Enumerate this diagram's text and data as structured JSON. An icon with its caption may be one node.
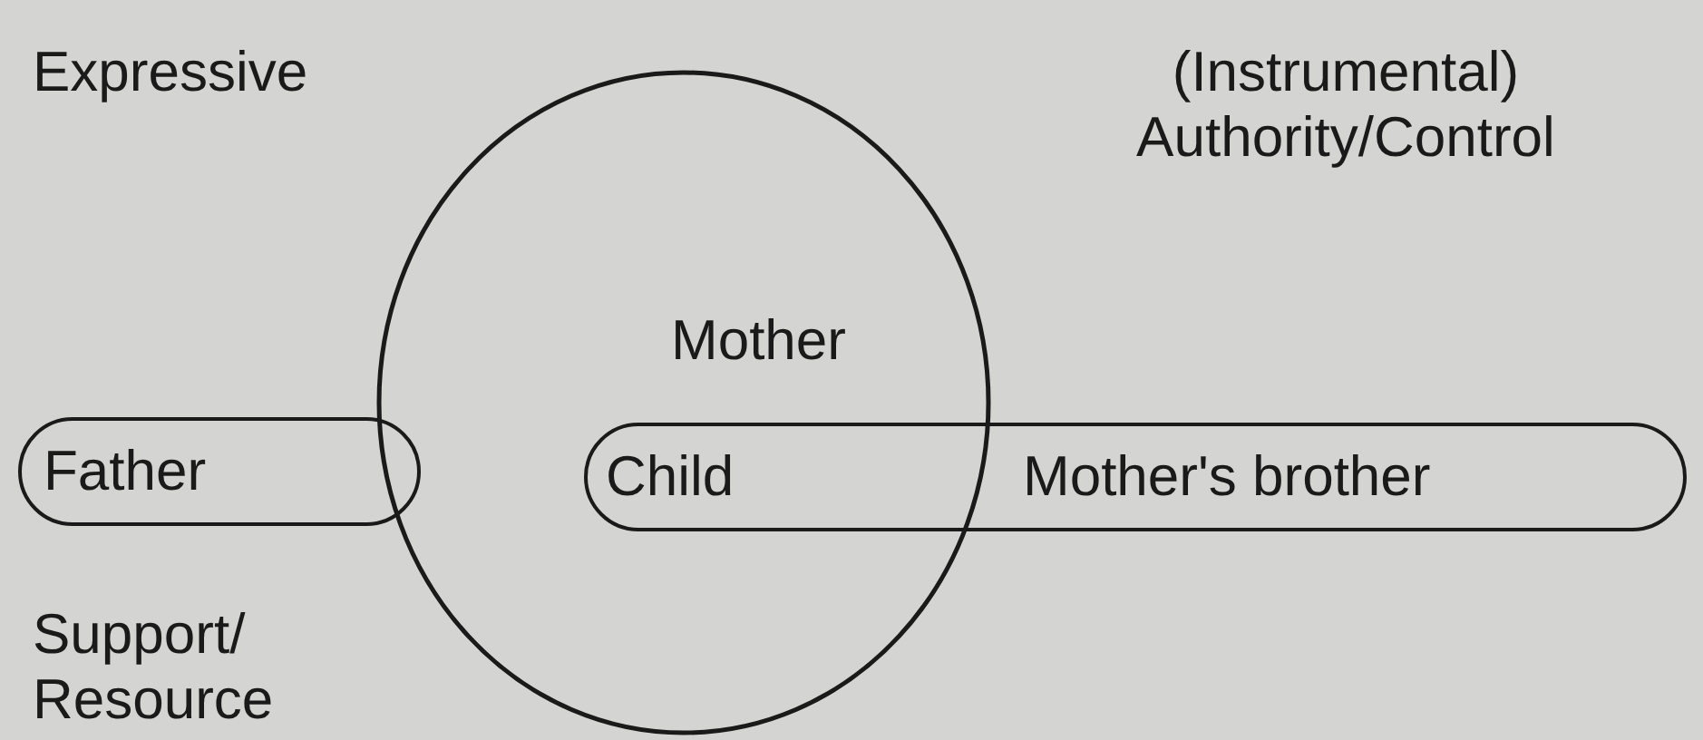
{
  "diagram": {
    "nodes": [
      {
        "text": [
          "Mother"
        ]
      },
      {
        "text": [
          "Father"
        ]
      },
      {
        "text": [
          "Child",
          "Mother's brother"
        ]
      }
    ],
    "labels": [
      "Expressive",
      "(Instrumental) Authority/Control",
      "Support/ Resource"
    ]
  }
}
